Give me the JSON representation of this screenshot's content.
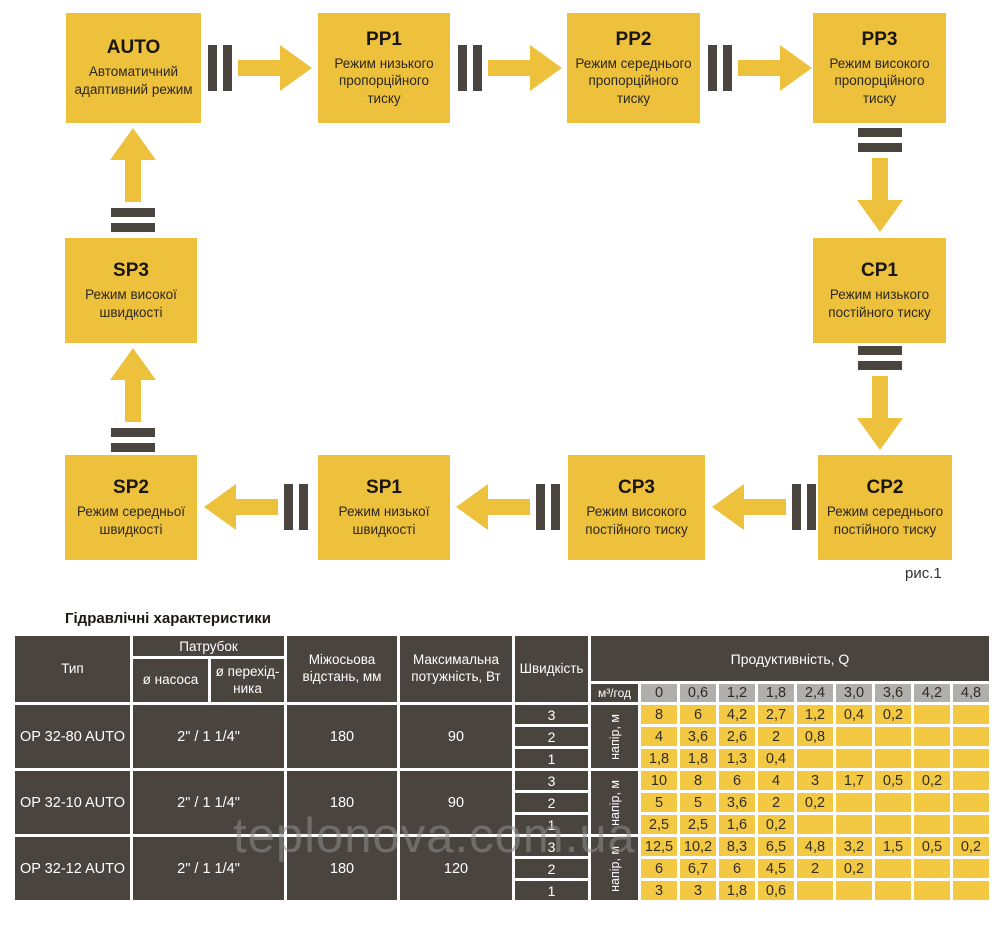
{
  "diagram": {
    "caption": "рис.1",
    "nodes": {
      "auto": {
        "title": "AUTO",
        "desc": "Автоматичний адаптивний режим"
      },
      "pp1": {
        "title": "PP1",
        "desc": "Режим низького пропорційного тиску"
      },
      "pp2": {
        "title": "PP2",
        "desc": "Режим середнього пропорційного тиску"
      },
      "pp3": {
        "title": "PP3",
        "desc": "Режим високого пропорційного тиску"
      },
      "cp1": {
        "title": "CP1",
        "desc": "Режим низького постійного тиску"
      },
      "cp2": {
        "title": "CP2",
        "desc": "Режим середнього постійного тиску"
      },
      "cp3": {
        "title": "CP3",
        "desc": "Режим високого постійного тиску"
      },
      "sp1": {
        "title": "SP1",
        "desc": "Режим низької швидкості"
      },
      "sp2": {
        "title": "SP2",
        "desc": "Режим середньої швидкості"
      },
      "sp3": {
        "title": "SP3",
        "desc": "Режим високої швидкості"
      }
    }
  },
  "table": {
    "heading": "Гідравлічні характеристики",
    "headers": {
      "type": "Тип",
      "pipe_group": "Патрубок",
      "pump_diameter": "ø насоса",
      "adapter_diameter": "ø перехід-ника",
      "distance": "Міжосьова відстань, мм",
      "power": "Максимальна потужність, Вт",
      "speed": "Швидкість",
      "productivity": "Продуктивність, Q",
      "flow_unit": "м³/год",
      "head_unit": "напір, м"
    },
    "flow_values": [
      "0",
      "0,6",
      "1,2",
      "1,8",
      "2,4",
      "3,0",
      "3,6",
      "4,2",
      "4,8"
    ],
    "rows": [
      {
        "type": "OP 32-80 AUTO",
        "pipe": "2\" / 1 1/4\"",
        "distance": "180",
        "power": "90",
        "speeds": [
          {
            "speed": "3",
            "values": [
              "8",
              "6",
              "4,2",
              "2,7",
              "1,2",
              "0,4",
              "0,2",
              "",
              ""
            ]
          },
          {
            "speed": "2",
            "values": [
              "4",
              "3,6",
              "2,6",
              "2",
              "0,8",
              "",
              "",
              "",
              ""
            ]
          },
          {
            "speed": "1",
            "values": [
              "1,8",
              "1,8",
              "1,3",
              "0,4",
              "",
              "",
              "",
              "",
              ""
            ]
          }
        ]
      },
      {
        "type": "OP 32-10 AUTO",
        "pipe": "2\" / 1 1/4\"",
        "distance": "180",
        "power": "90",
        "speeds": [
          {
            "speed": "3",
            "values": [
              "10",
              "8",
              "6",
              "4",
              "3",
              "1,7",
              "0,5",
              "0,2",
              ""
            ]
          },
          {
            "speed": "2",
            "values": [
              "5",
              "5",
              "3,6",
              "2",
              "0,2",
              "",
              "",
              "",
              ""
            ]
          },
          {
            "speed": "1",
            "values": [
              "2,5",
              "2,5",
              "1,6",
              "0,2",
              "",
              "",
              "",
              "",
              ""
            ]
          }
        ]
      },
      {
        "type": "OP 32-12 AUTO",
        "pipe": "2\" / 1 1/4\"",
        "distance": "180",
        "power": "120",
        "speeds": [
          {
            "speed": "3",
            "values": [
              "12,5",
              "10,2",
              "8,3",
              "6,5",
              "4,8",
              "3,2",
              "1,5",
              "0,5",
              "0,2"
            ]
          },
          {
            "speed": "2",
            "values": [
              "6",
              "6,7",
              "6",
              "4,5",
              "2",
              "0,2",
              "",
              "",
              ""
            ]
          },
          {
            "speed": "1",
            "values": [
              "3",
              "3",
              "1,8",
              "0,6",
              "",
              "",
              "",
              "",
              ""
            ]
          }
        ]
      }
    ]
  },
  "watermark": "teplonova.com.ua",
  "colors": {
    "box_yellow": "#eec13d",
    "cell_yellow": "#f3c843",
    "dark_cell": "#49443e",
    "gray_cell": "#b1afad",
    "bars_dark": "#4a453f"
  }
}
